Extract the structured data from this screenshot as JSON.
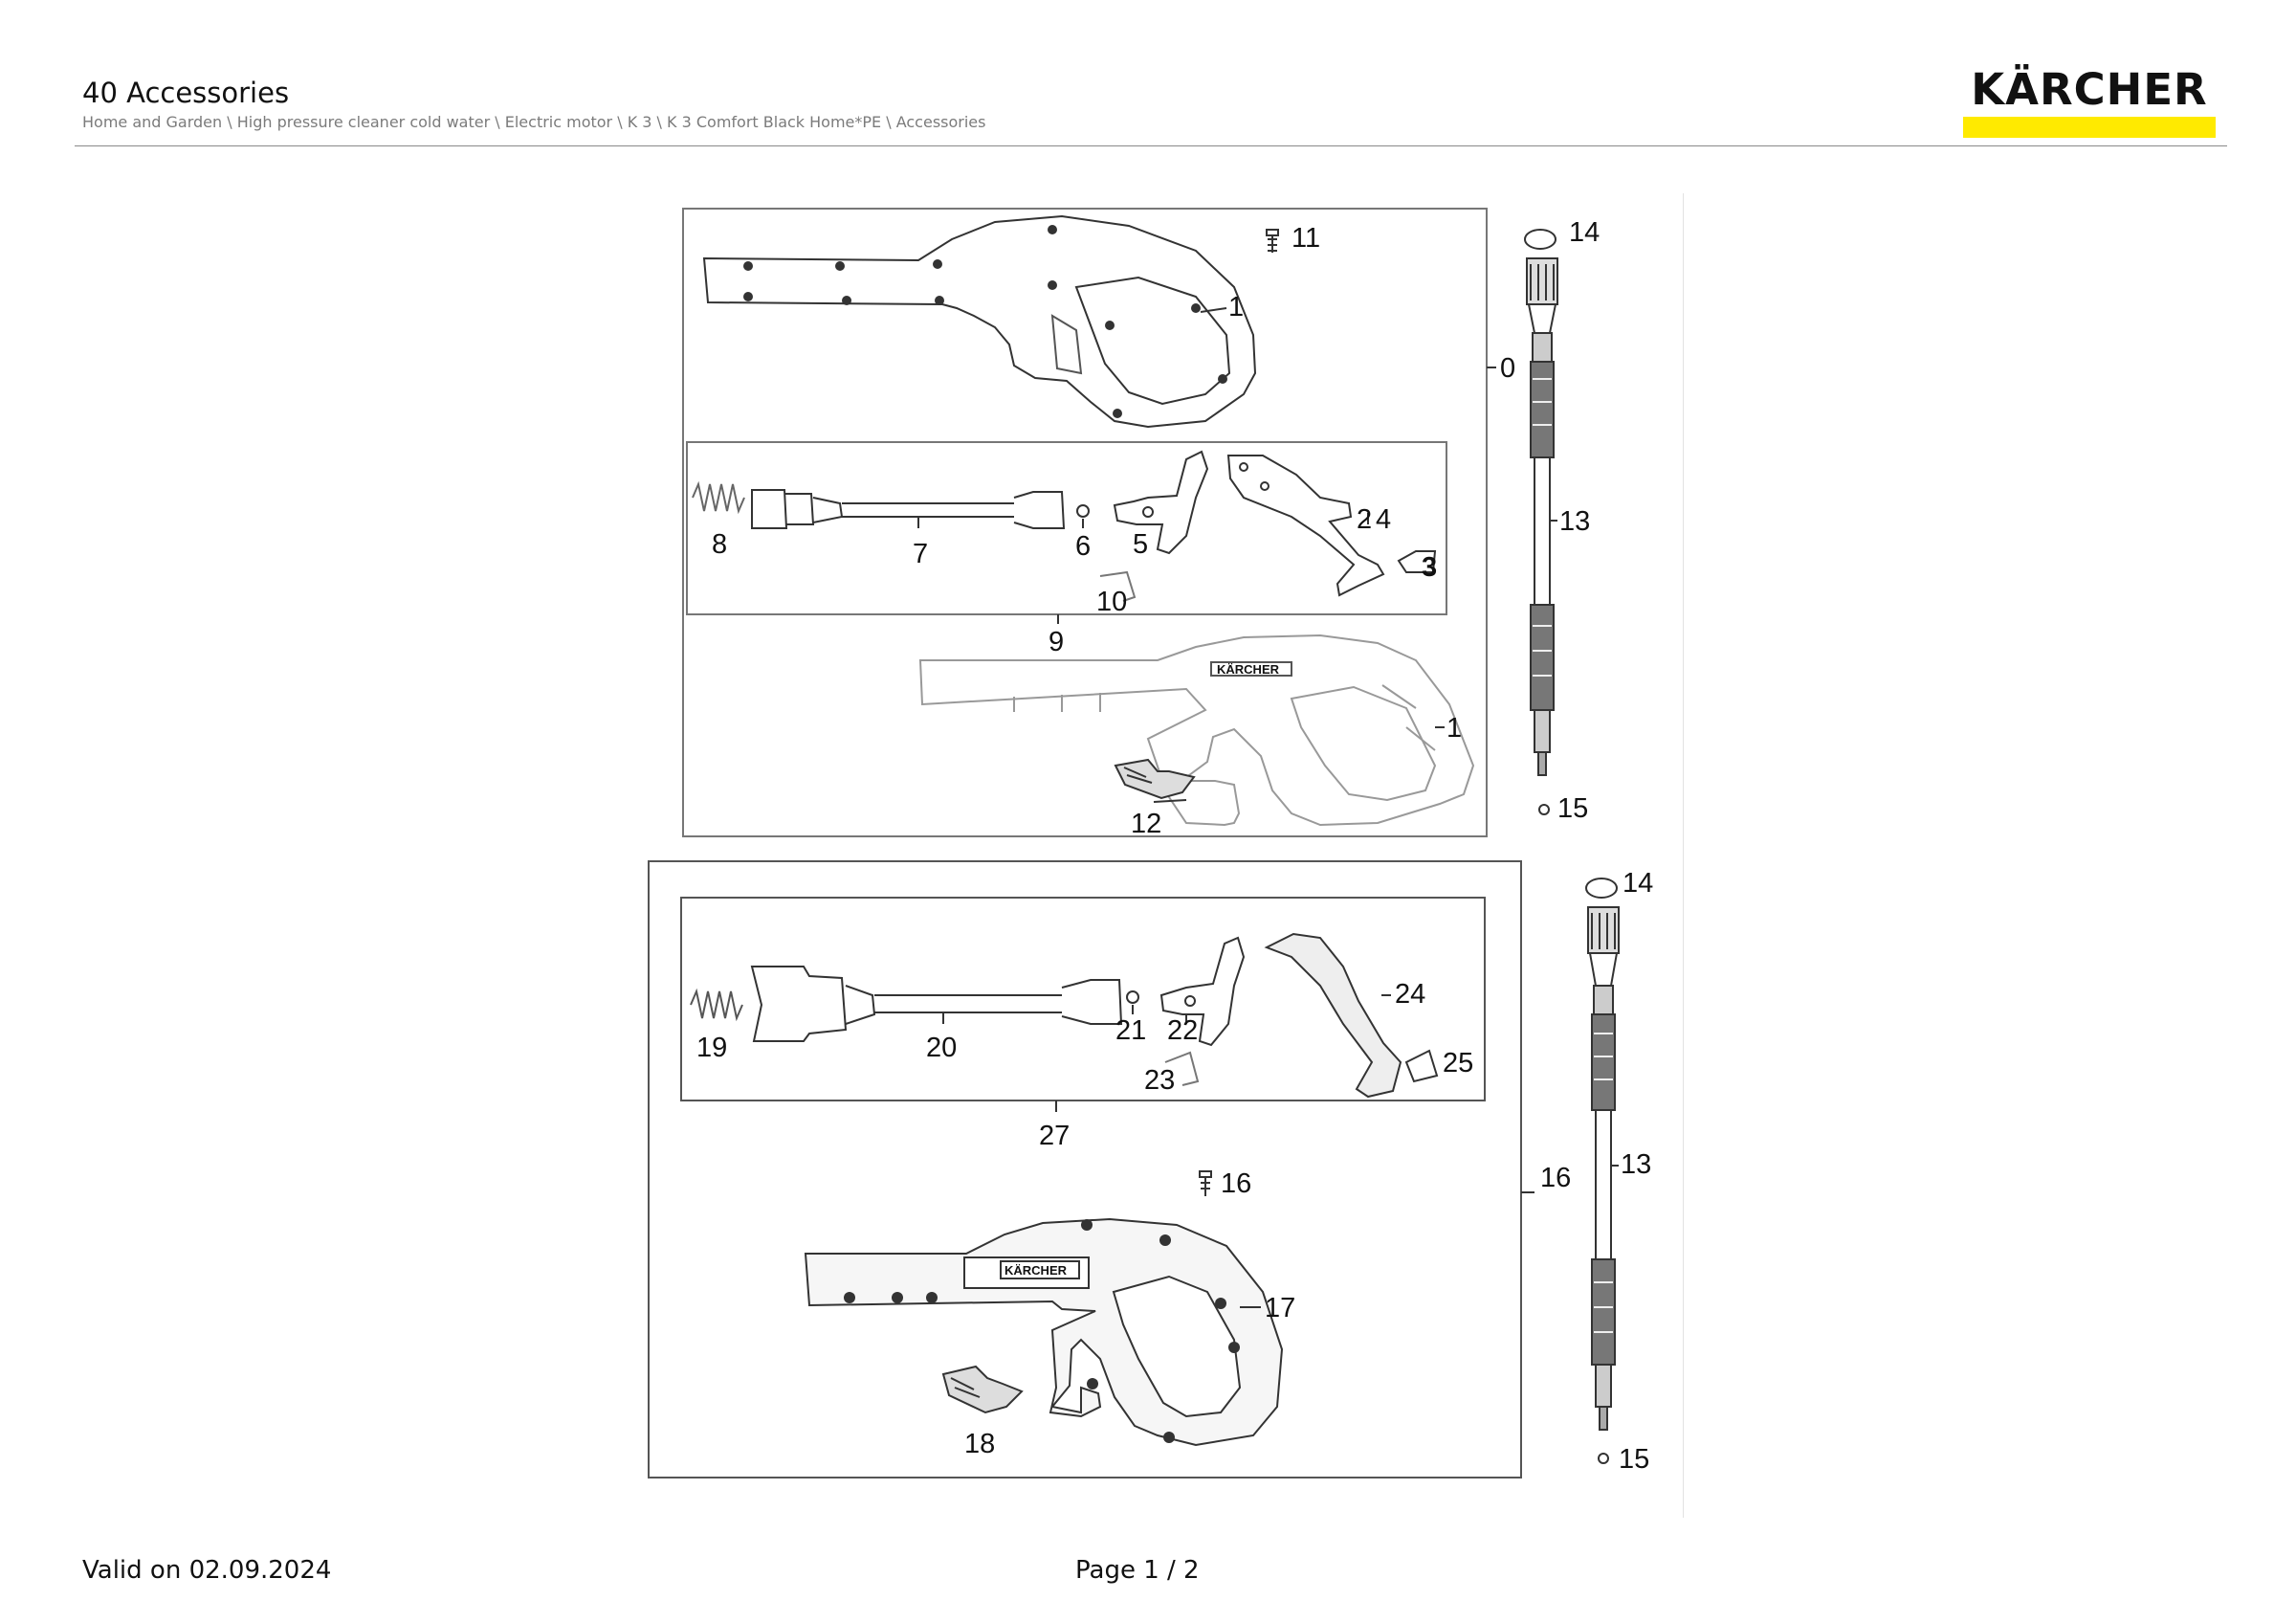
{
  "header": {
    "title": "40 Accessories",
    "breadcrumb": "Home and Garden \\ High pressure cleaner cold water \\ Electric motor \\ K 3 \\ K 3 Comfort Black Home*PE \\ Accessories"
  },
  "logo": {
    "text": "KÄRCHER",
    "bar_color": "#ffea00"
  },
  "drawing": {
    "callouts": {
      "c1a": "1",
      "c11": "11",
      "c0": "0",
      "c14a": "14",
      "c13a": "13",
      "c15a": "15",
      "c8": "8",
      "c7": "7",
      "c6": "6",
      "c5": "5",
      "c2_4": "2",
      "c4": "4",
      "c3": "3",
      "c10": "10",
      "c9": "9",
      "c1b": "1",
      "c12": "12",
      "c19": "19",
      "c20": "20",
      "c21": "21",
      "c22": "22",
      "c24": "24",
      "c25": "25",
      "c23": "23",
      "c27": "27",
      "c16a": "16",
      "c16b": "16",
      "c17": "17",
      "c18": "18",
      "c14b": "14",
      "c13b": "13",
      "c15b": "15"
    },
    "gun_badge": "KÄRCHER"
  },
  "footer": {
    "valid": "Valid on 02.09.2024",
    "page": "Page 1 / 2"
  }
}
